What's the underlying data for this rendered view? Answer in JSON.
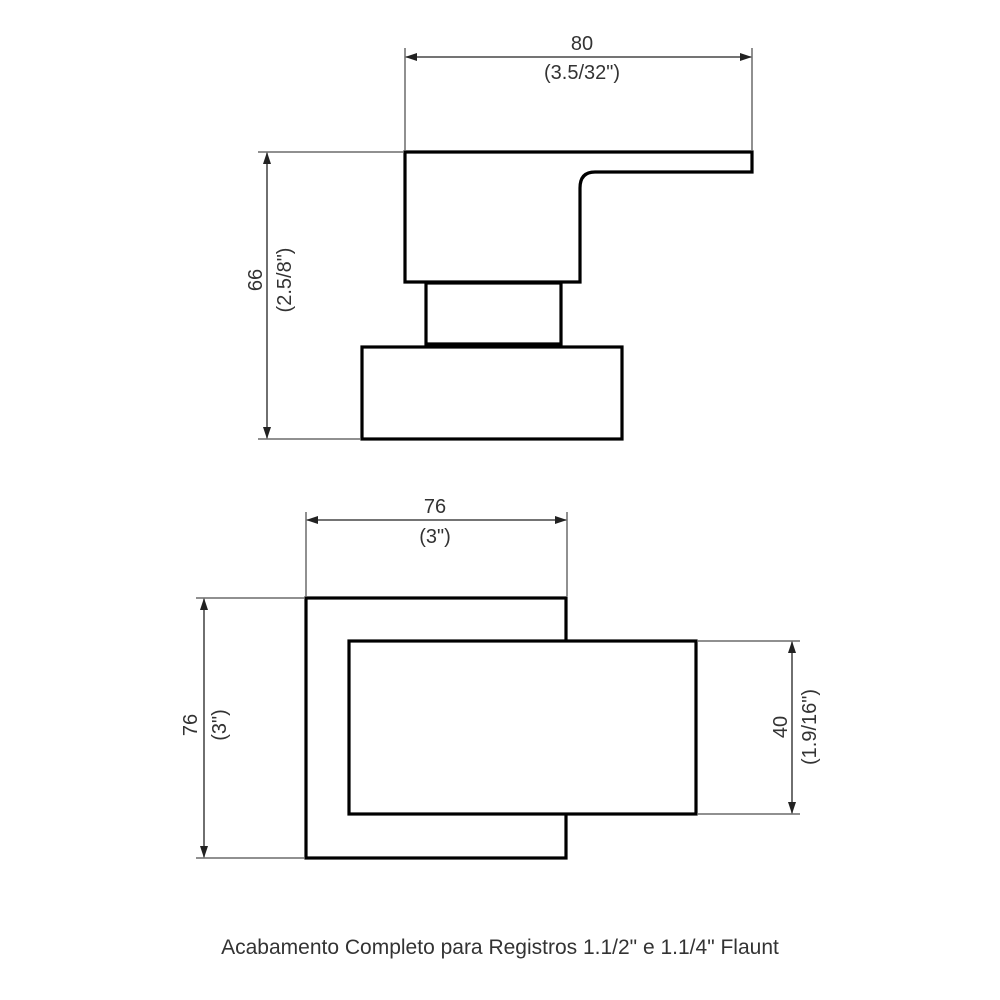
{
  "side_view": {
    "width": {
      "value": "80",
      "inch": "(3.5/32\")"
    },
    "height": {
      "value": "66",
      "inch": "(2.5/8\")"
    }
  },
  "top_view": {
    "width": {
      "value": "76",
      "inch": "(3\")"
    },
    "height": {
      "value": "76",
      "inch": "(3\")"
    },
    "lever_width": {
      "value": "40",
      "inch": "(1.9/16\")"
    }
  },
  "caption": "Acabamento Completo para Registros 1.1/2\" e 1.1/4\" Flaunt"
}
